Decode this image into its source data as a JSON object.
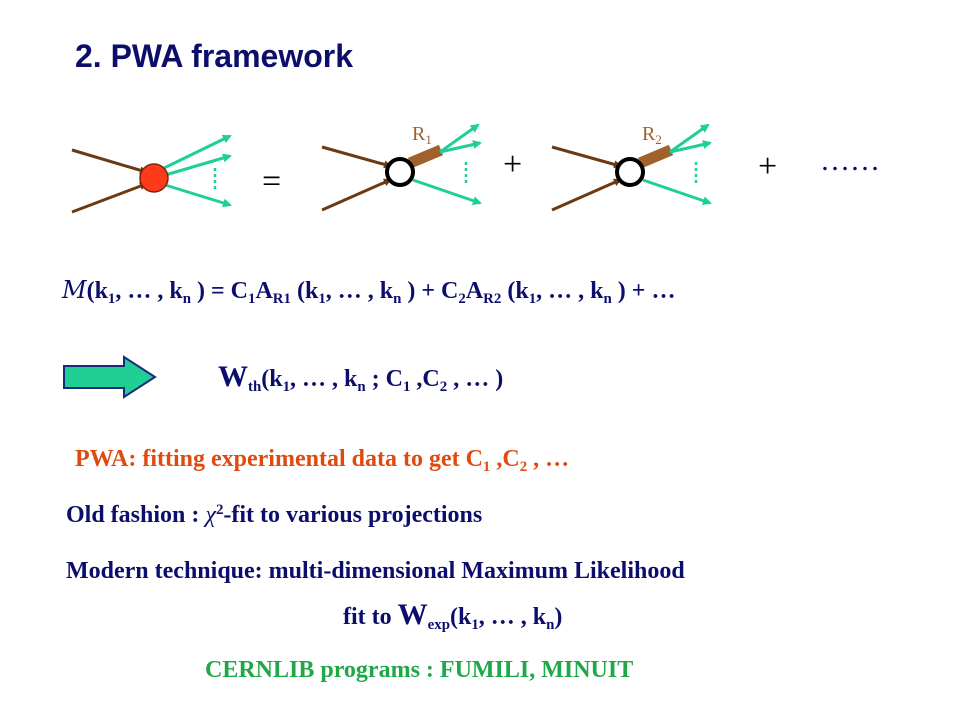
{
  "title": "2. PWA framework",
  "diagram": {
    "equals": "=",
    "plus1": "+",
    "plus2": "+",
    "ellipsis": "……",
    "resonance1_label": "R",
    "resonance1_sub": "1",
    "resonance2_label": "R",
    "resonance2_sub": "2",
    "colors": {
      "incoming": "#6b3a12",
      "outgoing": "#1fcf93",
      "blob_fill": "#ff3a1a",
      "resonance": "#a0622a",
      "text": "#0b0e6b"
    }
  },
  "equation": {
    "M": "M",
    "parts": {
      "p1": "(k",
      "s1": "1",
      "p2": ", … , k",
      "s2": "n",
      "p3": " )  = C",
      "s3": "1",
      "p4": "A",
      "s4": "R1",
      "p5": " (k",
      "s5": "1",
      "p6": ", … , k",
      "s6": "n",
      "p7": " ) + C",
      "s7": "2",
      "p8": "A",
      "s8": "R2",
      "p9": " (k",
      "s9": "1",
      "p10": ", … , k",
      "s10": "n",
      "p11": " ) + …"
    }
  },
  "arrow": {
    "fill": "#1fcf93",
    "stroke": "#1a2a7a"
  },
  "wth": {
    "W": "W",
    "s1": "th",
    "p1": "(k",
    "s2": "1",
    "p2": ", … , k",
    "s3": "n",
    "p3": " ; C",
    "s4": "1",
    "p4": " ,C",
    "s5": "2",
    "p5": " , … )"
  },
  "pwa": {
    "p1": "PWA:   fitting experimental data to get C",
    "s1": "1",
    "p2": " ,C",
    "s2": "2",
    "p3": " , …"
  },
  "old_fashion": {
    "p1": "Old fashion :   ",
    "chi": "χ",
    "sup": "2",
    "p2": "-fit to various projections"
  },
  "modern": {
    "line1": "Modern technique:  multi-dimensional Maximum Likelihood",
    "p1": "fit to ",
    "W": "W",
    "s1": "exp",
    "p2": "(k",
    "s2": "1",
    "p3": ", … , k",
    "s3": "n",
    "p4": ")"
  },
  "cernlib": "CERNLIB programs :   FUMILI,  MINUIT"
}
